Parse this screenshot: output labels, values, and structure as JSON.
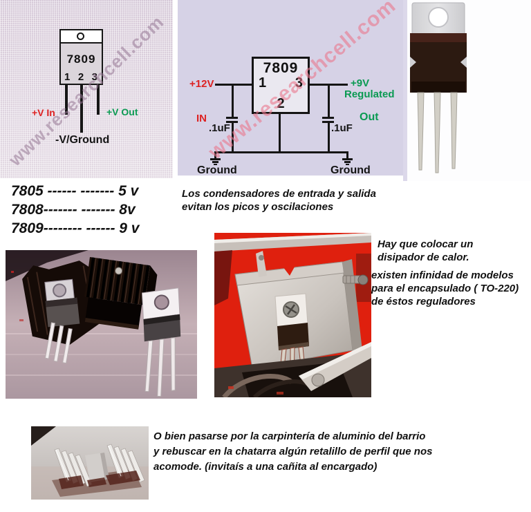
{
  "watermark_text": "www.researchcell.com",
  "colors": {
    "accent_red": "#dd2222",
    "accent_green": "#0a9a52",
    "panel_lavender": "#d6d2e6",
    "panel_textured_lavender": "#d9cdda",
    "watermark_pink": "#e97690",
    "photo_red": "#df200e"
  },
  "pinout": {
    "chip": "7809",
    "pin1": "1",
    "pin2": "2",
    "pin3": "3",
    "label_in": "+V In",
    "label_out": "+V Out",
    "label_ground": "-V/Ground",
    "watermark": "www.researchcell.com"
  },
  "schematic": {
    "chip": "7809",
    "pin1": "1",
    "pin2": "2",
    "pin3": "3",
    "input_voltage": "+12V",
    "input_label": "IN",
    "input_cap": ".1uF",
    "output_cap": ".1uF",
    "output_voltage": "+9V",
    "output_voltage_sub": "Regulated",
    "output_label": "Out",
    "ground_left": "Ground",
    "ground_right": "Ground",
    "watermark": "www.researchcell.com"
  },
  "regulator_list": {
    "row1": "7805 ------ ------- 5 v",
    "row2": "7808------- ------- 8v",
    "row3": "7809-------- ------ 9 v"
  },
  "notes": {
    "capacitors": "Los condensadores de entrada y salida\nevitan los picos y oscilaciones",
    "heatsink_intro": "Hay que colocar un\ndisipador de calor.",
    "heatsink_models": "existen infinidad de modelos\npara el encapsulado ( TO-220)\nde éstos reguladores",
    "scrap_tip": "O bien pasarse por la carpintería de aluminio del barrio\ny rebuscar en la chatarra algún retalillo de perfil que nos\nacomode.  (invitaís a una cañita al encargado)"
  }
}
